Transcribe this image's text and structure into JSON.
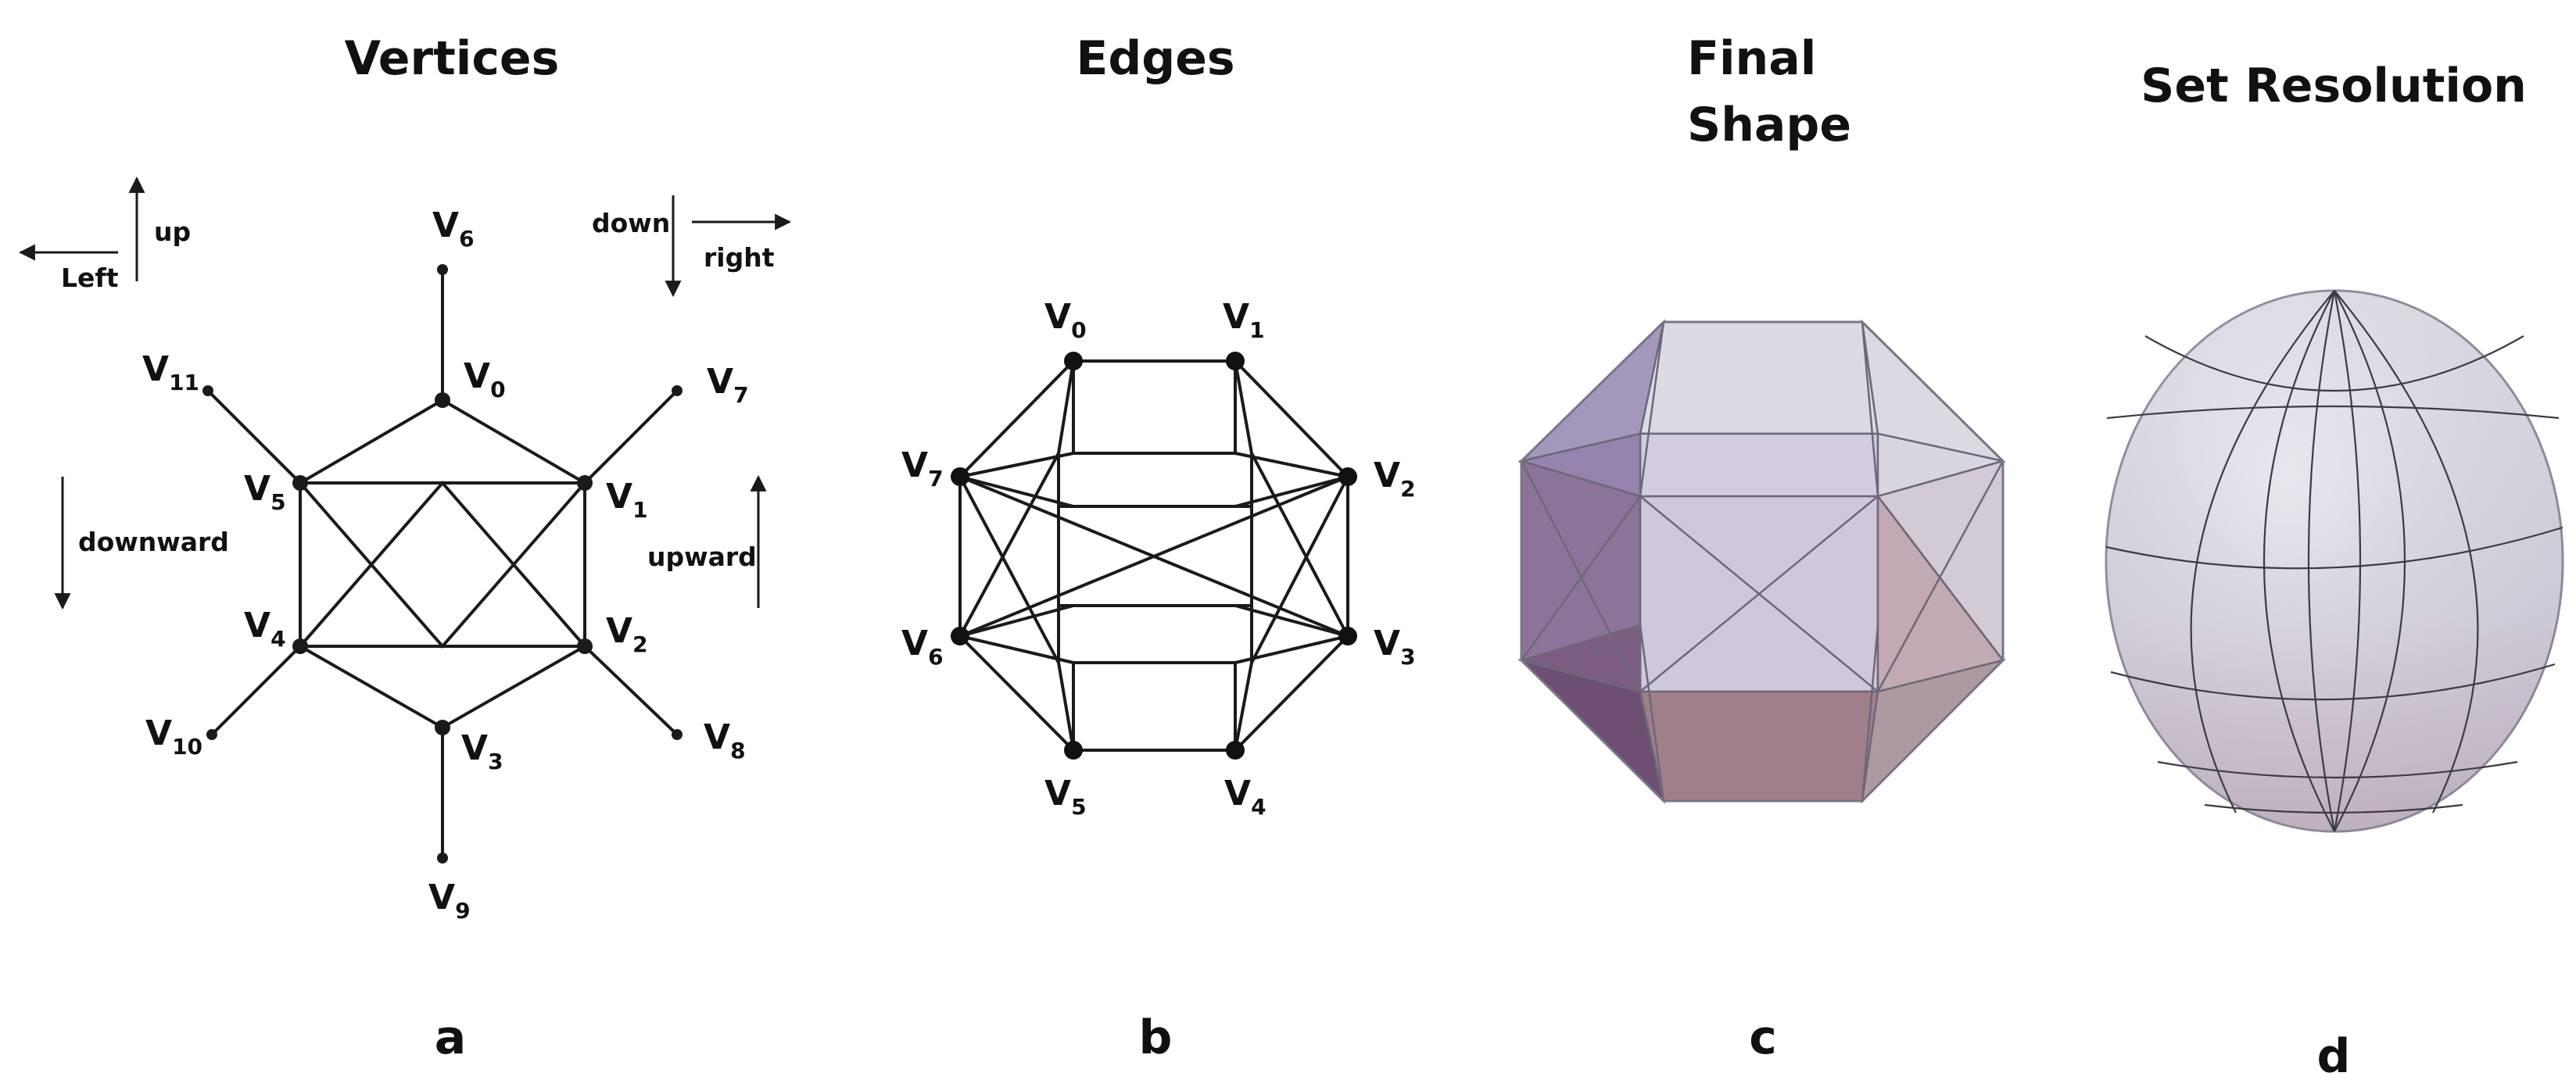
{
  "panels": {
    "a": {
      "title": "Vertices",
      "letter": "a"
    },
    "b": {
      "title": "Edges",
      "letter": "b"
    },
    "c": {
      "title_line1": "Final",
      "title_line2": "Shape",
      "letter": "c"
    },
    "d": {
      "title": "Set Resolution",
      "letter": "d"
    }
  },
  "vertex_prefix": "V",
  "panel_a": {
    "vertex_indices": [
      "0",
      "1",
      "2",
      "3",
      "4",
      "5",
      "6",
      "7",
      "8",
      "9",
      "10",
      "11"
    ],
    "directions": {
      "up": "up",
      "left": "Left",
      "down": "down",
      "right": "right",
      "downward": "downward",
      "upward": "upward"
    }
  },
  "panel_b": {
    "vertex_indices": [
      "0",
      "1",
      "2",
      "3",
      "4",
      "5",
      "6",
      "7"
    ]
  },
  "colors": {
    "line": "#1a1a1a",
    "shape_face_light": "#d9d8e2",
    "shape_face_purple": "#8a77a0",
    "shape_face_dark_purple": "#6e4e76",
    "shape_face_rose": "#a3848a",
    "sphere_light": "#e2e2ea",
    "sphere_rose": "#c9b9c3"
  }
}
